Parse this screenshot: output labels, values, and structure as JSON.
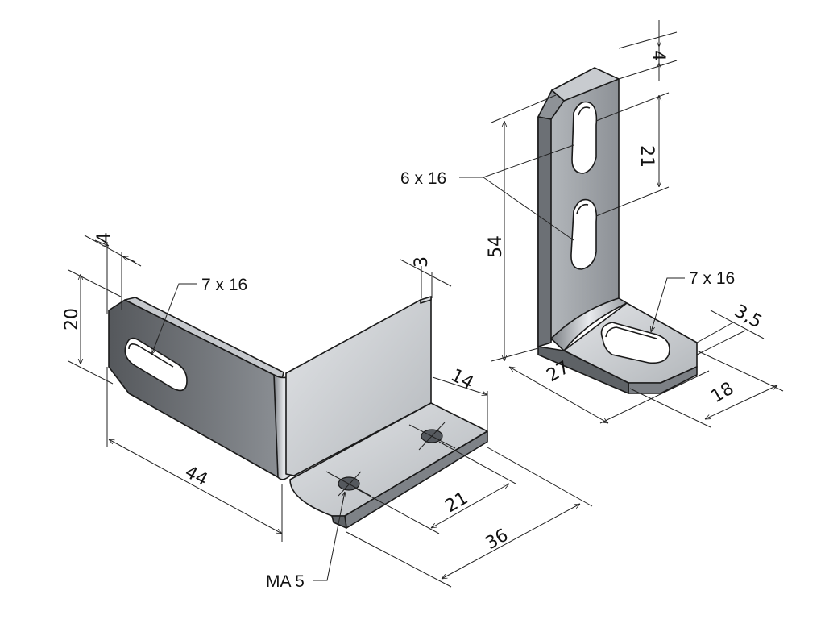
{
  "dimensions": {
    "left_tab_thickness": "4",
    "left_height": "20",
    "left_slot": "7 x 16",
    "left_length": "44",
    "right_thickness_left_part": "3",
    "foot_width": "14",
    "hole_spacing": "21",
    "foot_length": "36",
    "thread": "MA 5",
    "upright_top_offset": "4",
    "upright_slot_spacing": "21",
    "upright_height": "54",
    "upright_slots": "6 x 16",
    "base_slot": "7 x 16",
    "base_thickness": "3,5",
    "base_length": "27",
    "base_width": "18"
  },
  "colors": {
    "face_light": "#cfd2d6",
    "face_mid": "#a9adb2",
    "face_dark": "#6f7378",
    "edge": "#1a1a1a",
    "hole": "#4a4d51"
  }
}
